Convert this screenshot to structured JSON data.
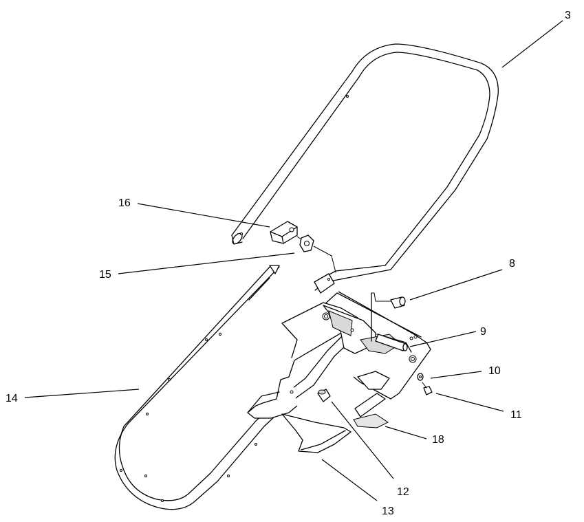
{
  "diagram": {
    "callouts": [
      {
        "id": "3",
        "label": "3"
      },
      {
        "id": "8",
        "label": "8"
      },
      {
        "id": "9",
        "label": "9"
      },
      {
        "id": "10",
        "label": "10"
      },
      {
        "id": "11",
        "label": "11"
      },
      {
        "id": "12",
        "label": "12"
      },
      {
        "id": "13",
        "label": "13"
      },
      {
        "id": "14",
        "label": "14"
      },
      {
        "id": "15",
        "label": "15"
      },
      {
        "id": "16",
        "label": "16"
      },
      {
        "id": "18",
        "label": "18"
      }
    ]
  }
}
